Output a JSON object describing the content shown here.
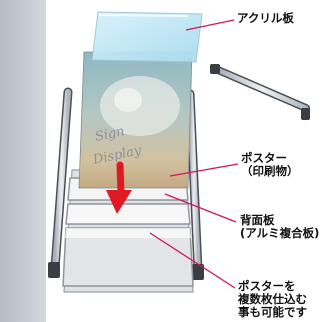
{
  "poster_text": [
    "Sign",
    "Display"
  ],
  "labels": {
    "acrylic": "アクリル板",
    "poster": [
      "ポスター",
      "（印刷物）"
    ],
    "back_panel": [
      "背面板",
      "(アルミ複合板)"
    ],
    "multi": [
      "ポスターを",
      "複数枚仕込む",
      "事も可能です"
    ]
  },
  "colors": {
    "side_strip": "#c9ced6",
    "arrow": "#e01a22",
    "leader": "#d4145a",
    "frame": "#d7dadf",
    "acrylic": "#bfe7f7"
  }
}
